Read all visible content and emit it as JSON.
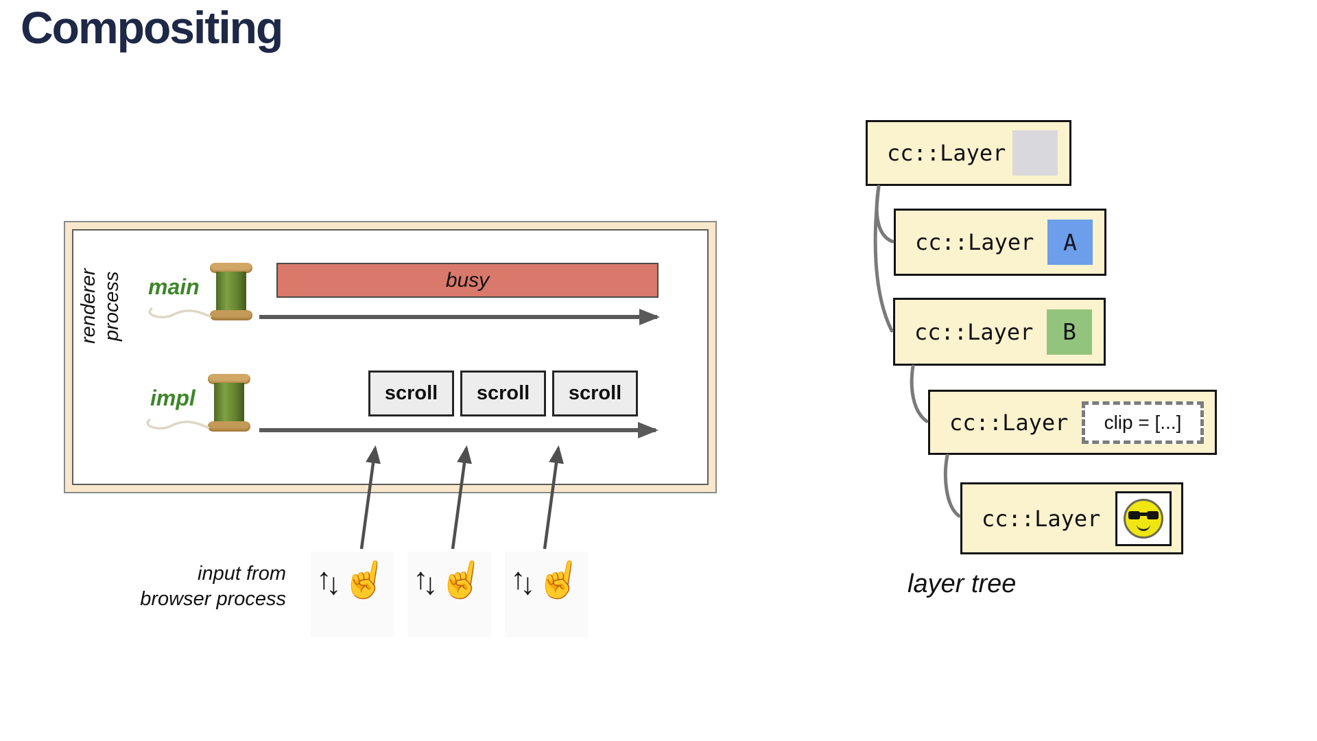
{
  "title": "Compositing",
  "renderer": {
    "label": "renderer process",
    "main": {
      "name": "main",
      "busy_label": "busy"
    },
    "impl": {
      "name": "impl",
      "scrolls": [
        "scroll",
        "scroll",
        "scroll"
      ]
    },
    "input_caption": {
      "line1": "input from",
      "line2": "browser process"
    }
  },
  "icons": {
    "scroll_gesture_up": "↑",
    "scroll_gesture_down": "↓",
    "scroll_gesture_hand": "☝",
    "spool": "thread-spool",
    "smiley": "sunglasses-smiley"
  },
  "layer_tree": {
    "caption": "layer tree",
    "nodes": [
      {
        "label": "cc::Layer",
        "badge": "",
        "badge_kind": "gray-square"
      },
      {
        "label": "cc::Layer",
        "badge": "A",
        "badge_kind": "blue-square"
      },
      {
        "label": "cc::Layer",
        "badge": "B",
        "badge_kind": "green-square"
      },
      {
        "label": "cc::Layer",
        "badge": "clip = [...]",
        "badge_kind": "dashed-clip-box"
      },
      {
        "label": "cc::Layer",
        "badge": "",
        "badge_kind": "sunglasses-smiley"
      }
    ]
  },
  "colors": {
    "title": "#1e2847",
    "renderer_box_fill": "#f9e7cc",
    "busy_bar": "#d9796b",
    "scroll_box": "#ededed",
    "layer_box_fill": "#fbf2ce",
    "square_gray": "#d9d9dd",
    "square_blue": "#6d9eeb",
    "square_green": "#93c47d",
    "thread_label_green": "#3e8629",
    "arrow_gray": "#595959",
    "connector_gray": "#7a7a7a"
  }
}
